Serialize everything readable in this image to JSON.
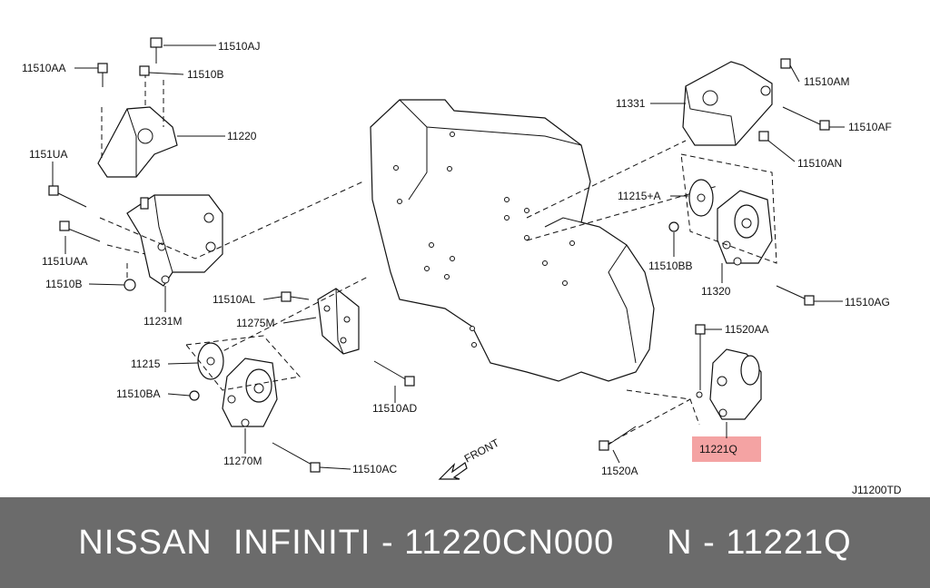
{
  "diagram": {
    "labels": [
      {
        "id": "l1",
        "text": "11510AJ"
      },
      {
        "id": "l2",
        "text": "11510AA"
      },
      {
        "id": "l3",
        "text": "11510B"
      },
      {
        "id": "l4",
        "text": "11220"
      },
      {
        "id": "l5",
        "text": "1151UA"
      },
      {
        "id": "l6",
        "text": "1151UAA"
      },
      {
        "id": "l7",
        "text": "11510B"
      },
      {
        "id": "l8",
        "text": "11231M"
      },
      {
        "id": "l9",
        "text": "11510AL"
      },
      {
        "id": "l10",
        "text": "11275M"
      },
      {
        "id": "l11",
        "text": "11215"
      },
      {
        "id": "l12",
        "text": "11510BA"
      },
      {
        "id": "l13",
        "text": "11270M"
      },
      {
        "id": "l14",
        "text": "11510AC"
      },
      {
        "id": "l15",
        "text": "11510AD"
      },
      {
        "id": "l16",
        "text": "11331"
      },
      {
        "id": "l17",
        "text": "11510AM"
      },
      {
        "id": "l18",
        "text": "11510AF"
      },
      {
        "id": "l19",
        "text": "11510AN"
      },
      {
        "id": "l20",
        "text": "11215+A"
      },
      {
        "id": "l21",
        "text": "11510BB"
      },
      {
        "id": "l22",
        "text": "11320"
      },
      {
        "id": "l23",
        "text": "11510AG"
      },
      {
        "id": "l24",
        "text": "11520AA"
      },
      {
        "id": "l25",
        "text": "11221Q"
      },
      {
        "id": "l26",
        "text": "11520A"
      },
      {
        "id": "l27",
        "text": "FRONT"
      },
      {
        "id": "l28",
        "text": "J11200TD"
      }
    ],
    "highlight_color": "#f4a3a3"
  },
  "footer": {
    "text": "NISSAN  INFINITI - 11220CN000     N - 11221Q"
  }
}
